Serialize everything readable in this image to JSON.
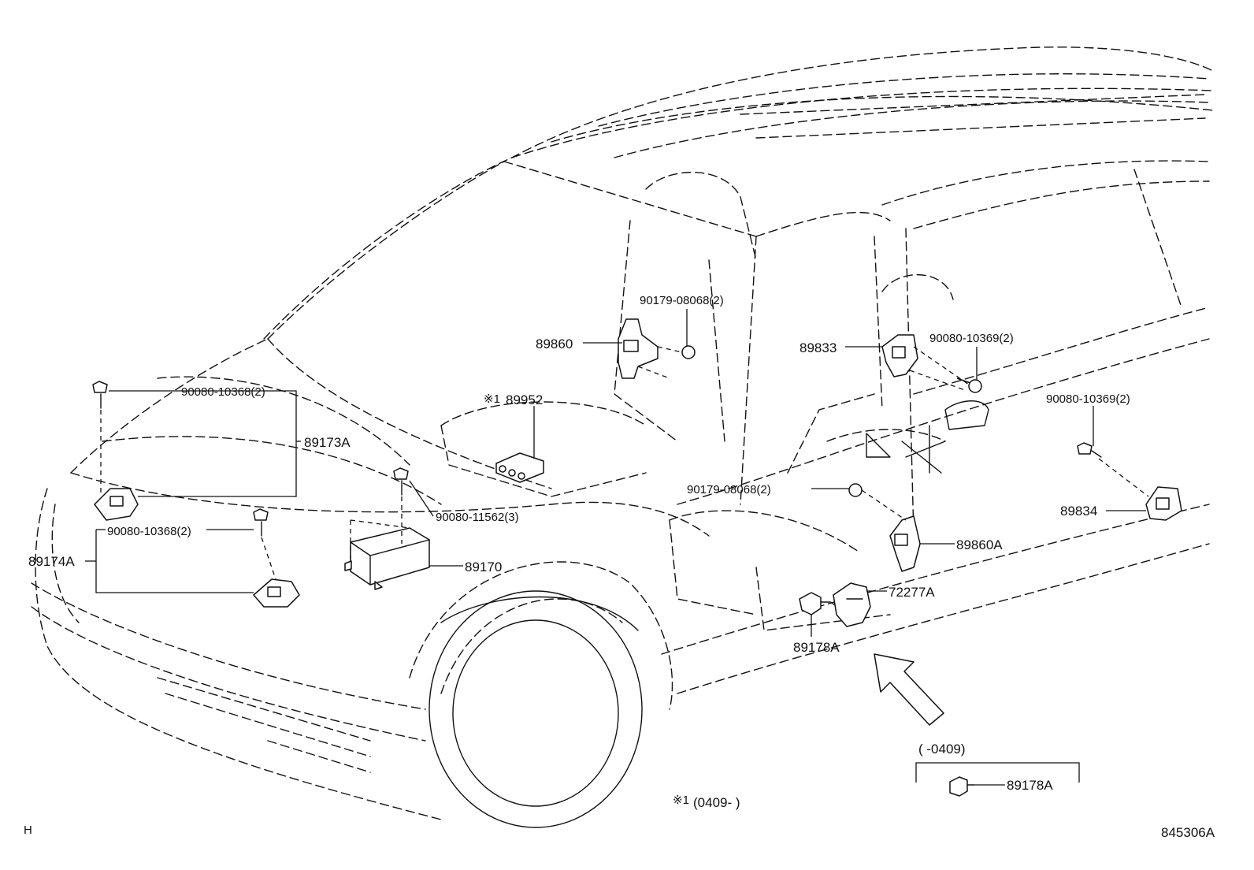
{
  "diagram": {
    "callouts": {
      "p89860": "89860",
      "p90179_upper": "90179-08068(2)",
      "p89833": "89833",
      "p90080_10369_a": "90080-10369(2)",
      "p90080_10369_b": "90080-10369(2)",
      "p89952_mark": "※1",
      "p89952": "89952",
      "p90080_10368_a": "90080-10368(2)",
      "p89173a": "89173A",
      "p90179_lower": "90179-08068(2)",
      "p90080_11562": "90080-11562(3)",
      "p89834": "89834",
      "p90080_10368_b": "90080-10368(2)",
      "p89174a": "89174A",
      "p89170": "89170",
      "p89860a": "89860A",
      "p72277a": "72277A",
      "p89178a": "89178A",
      "inset_range": "(      -0409)",
      "inset_part": "89178A",
      "footnote_mark": "※1",
      "footnote_range": "(0409-       )",
      "corner_mark": "H",
      "drawing_number": "845306A"
    }
  }
}
